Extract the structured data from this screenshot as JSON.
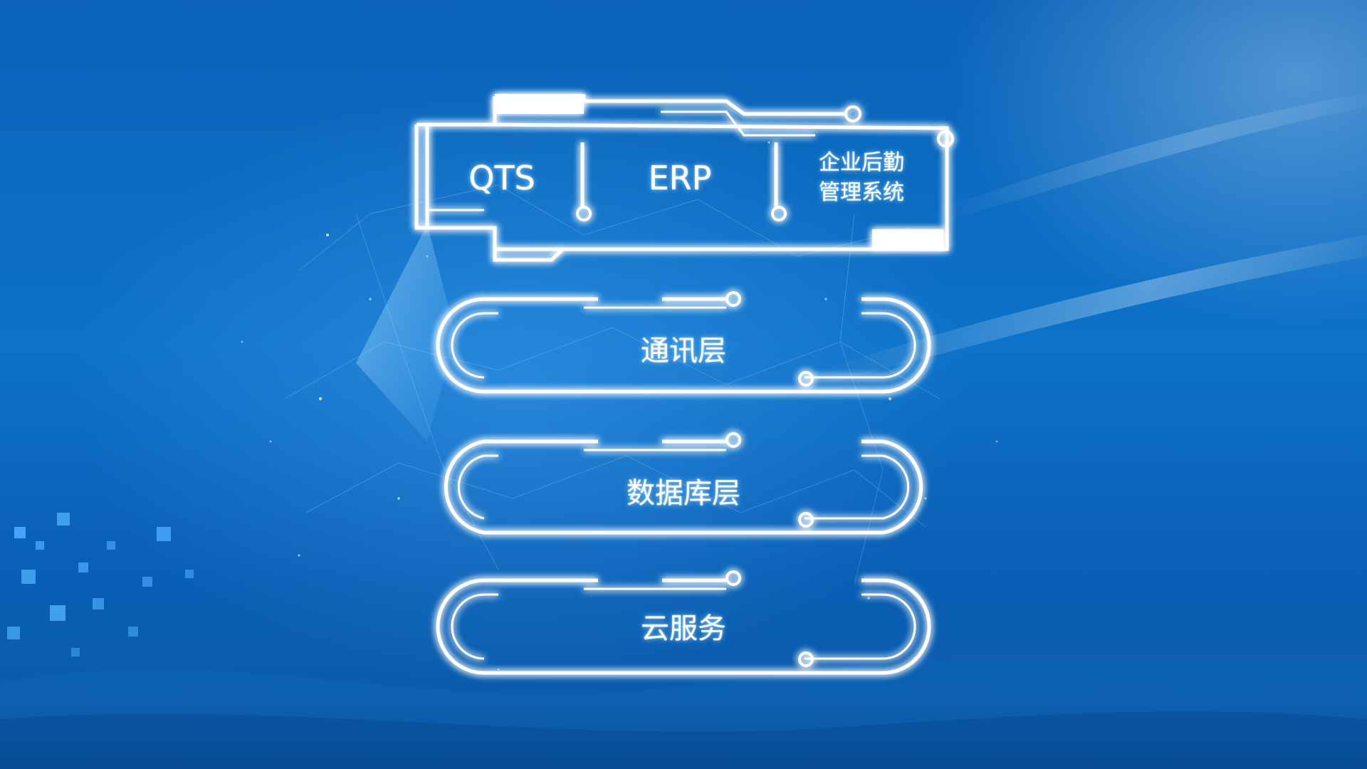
{
  "diagram": {
    "top_modules": [
      {
        "id": "qts",
        "label": "QTS"
      },
      {
        "id": "erp",
        "label": "ERP"
      },
      {
        "id": "logistics",
        "label": "企业后勤\n管理系统"
      }
    ],
    "layers": [
      {
        "id": "communication",
        "label": "通讯层"
      },
      {
        "id": "database",
        "label": "数据库层"
      },
      {
        "id": "cloud",
        "label": "云服务"
      }
    ]
  },
  "colors": {
    "line": "#ffffff",
    "glow": "#9fdcff",
    "background": "#0b68c2"
  }
}
